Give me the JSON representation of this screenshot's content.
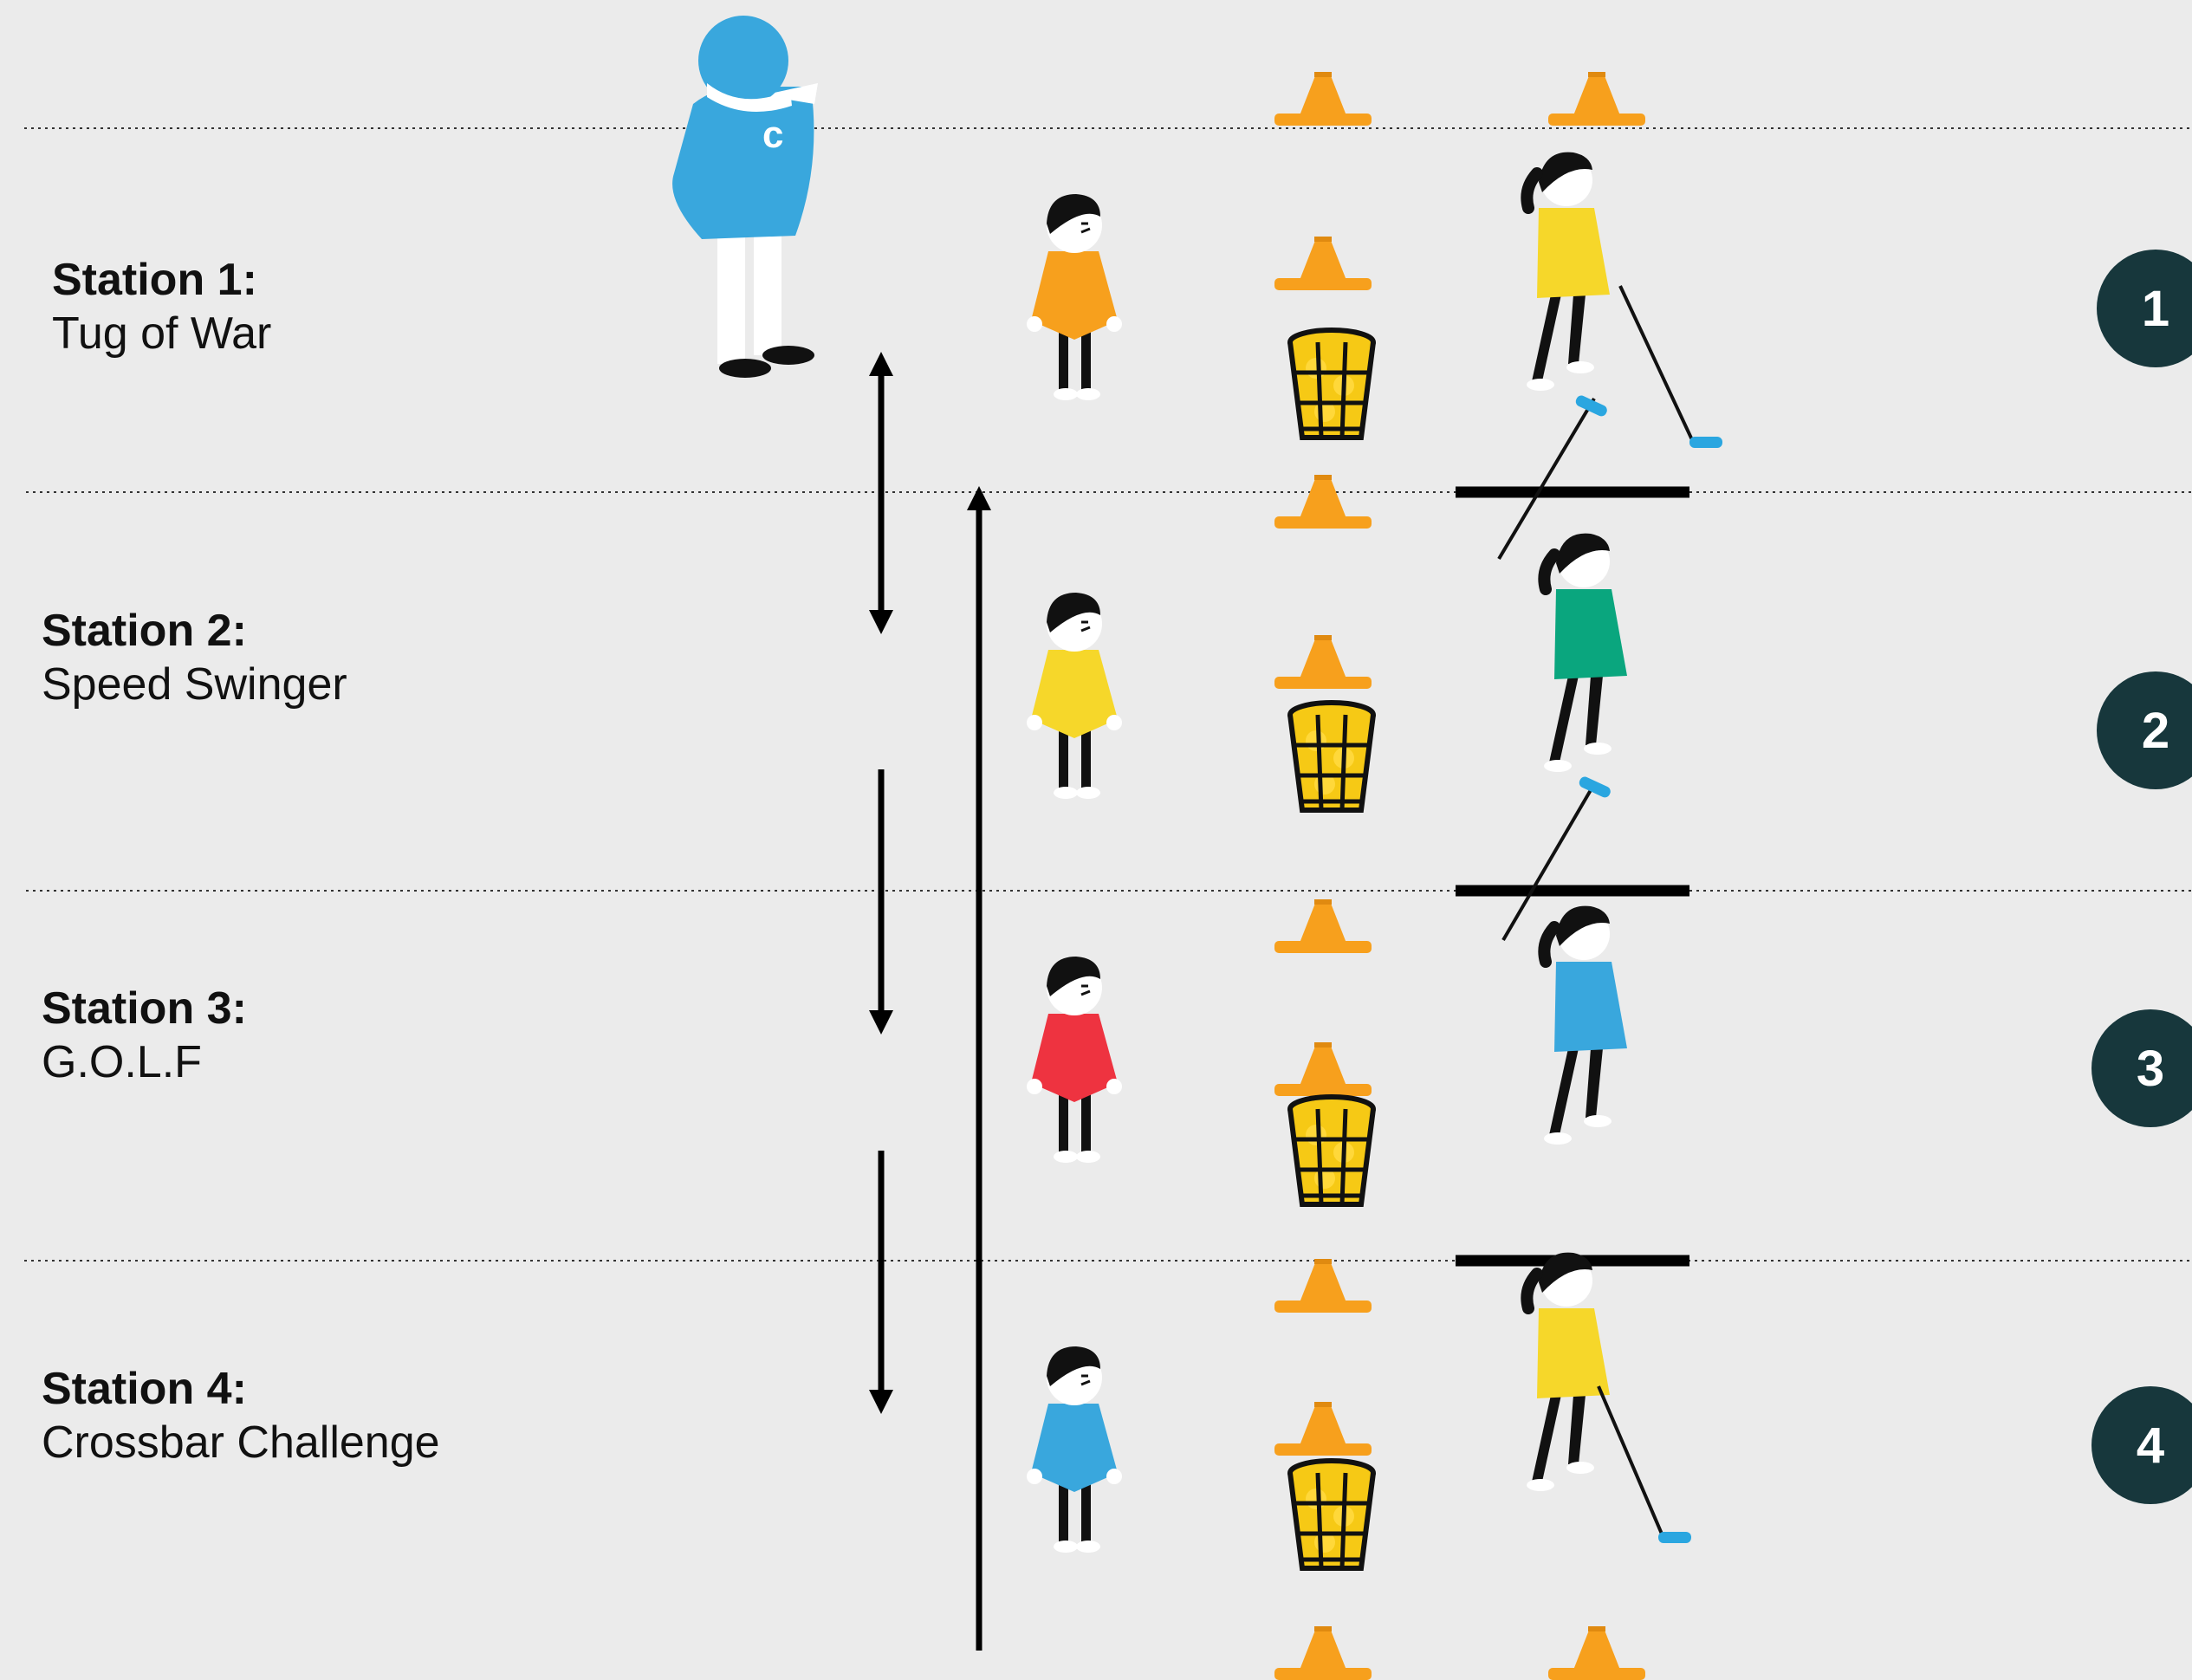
{
  "stations": [
    {
      "title": "Station 1:",
      "name": "Tug of War",
      "number": "1"
    },
    {
      "title": "Station 2:",
      "name": "Speed Swinger",
      "number": "2"
    },
    {
      "title": "Station 3:",
      "name": "G.O.L.F",
      "number": "3"
    },
    {
      "title": "Station 4:",
      "name": "Crossbar Challenge",
      "number": "4"
    }
  ],
  "colors": {
    "background": "#ebebeb",
    "badge": "#17373c",
    "cone": "#f7a01d",
    "basket_balls": "#f6c915",
    "coach": "#39a7dd",
    "shirt_orange": "#f7a01d",
    "shirt_yellow": "#f6d72a",
    "shirt_red": "#ee3340",
    "shirt_blue": "#39a7dd",
    "shirt_green": "#0aa67e",
    "club_head": "#2aa6e0"
  }
}
